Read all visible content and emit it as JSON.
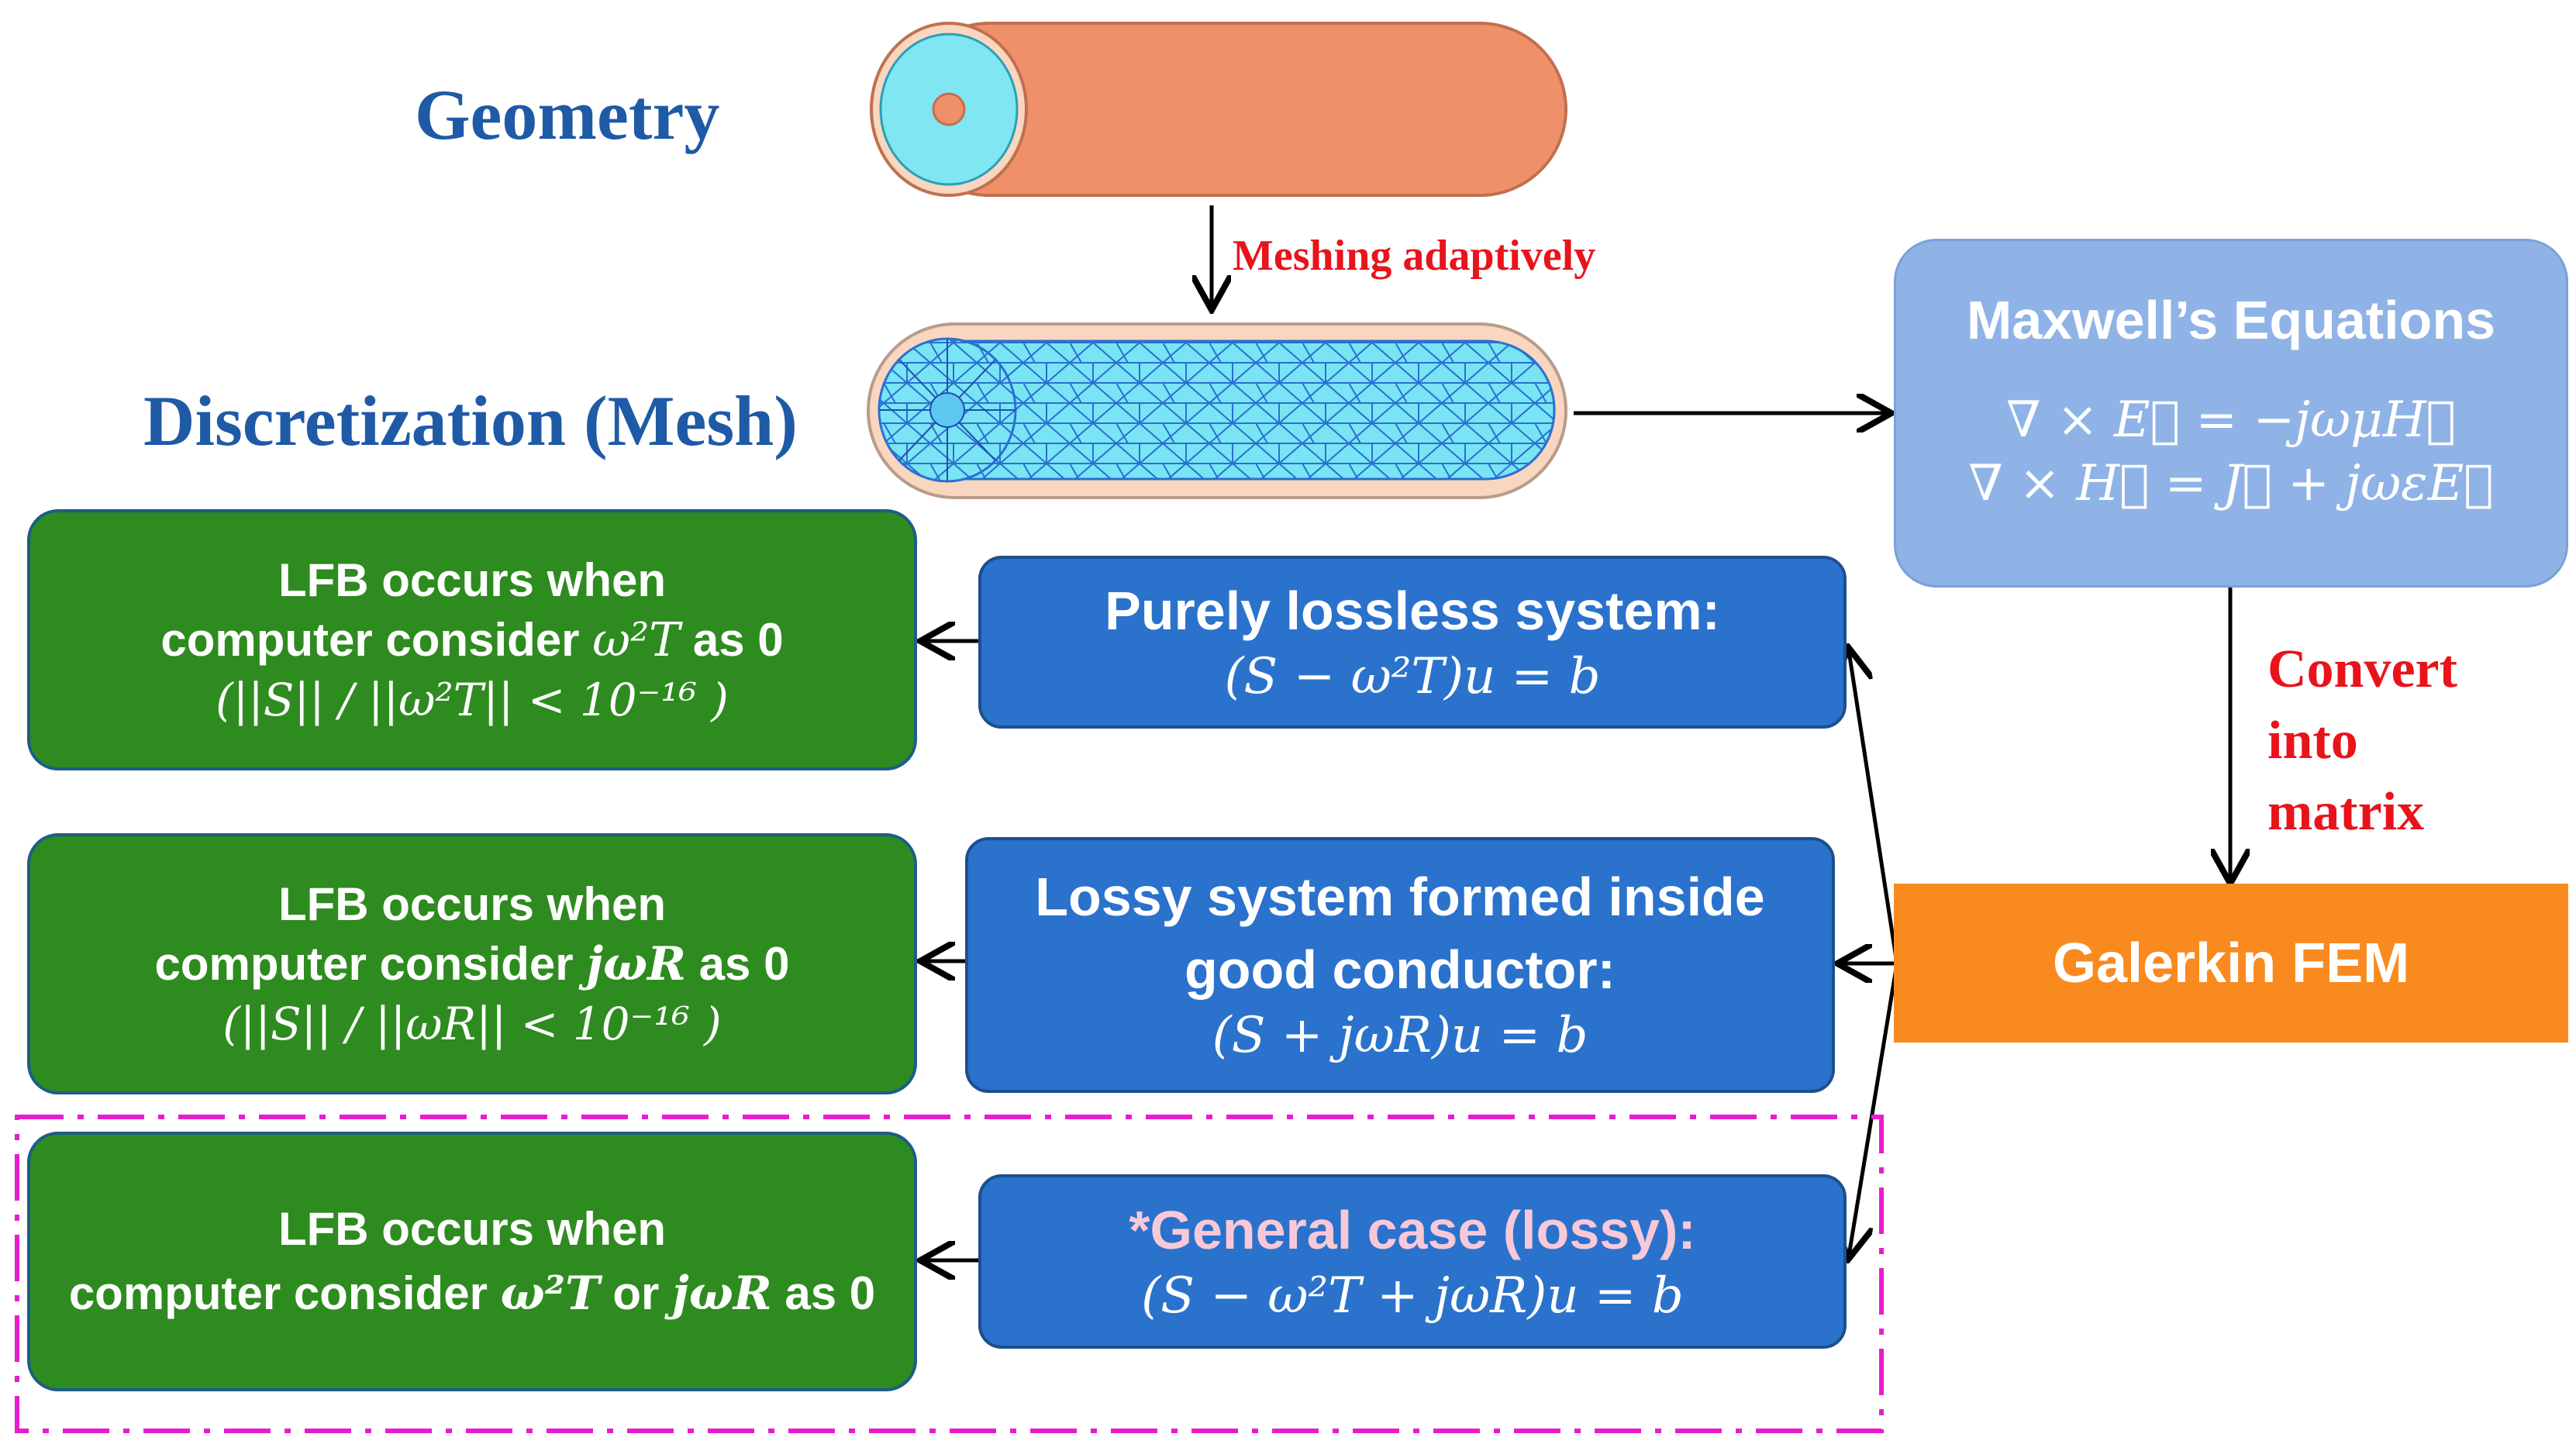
{
  "geometry_label": "Geometry",
  "meshing_label": "Meshing adaptively",
  "discretization_label": "Discretization (Mesh)",
  "maxwell": {
    "title": "Maxwell’s Equations",
    "eq1": "∇ × E⃗ = −jωμH⃗",
    "eq2": "∇ × H⃗ = J⃗ + jωεE⃗"
  },
  "convert_lines": [
    "Convert",
    "into",
    "matrix"
  ],
  "galerkin_label": "Galerkin FEM",
  "rows": [
    {
      "green_line1": "LFB  occurs when",
      "green_line2_prefix": "computer consider ",
      "green_line2_math": "ω²T",
      "green_line2_suffix": " as 0",
      "green_line3": "(||S|| / ||ω²T||  < 10⁻¹⁶ )",
      "blue_title": "Purely lossless system:",
      "blue_eq": "(S − ω²T)u = b"
    },
    {
      "green_line1": "LFB  occurs when",
      "green_line2_prefix": "computer consider ",
      "green_line2_math": "jωR",
      "green_line2_suffix": " as 0",
      "green_line3": "(||S|| / ||ωR||  < 10⁻¹⁶ )",
      "blue_title_line1": "Lossy system formed inside",
      "blue_title_line2": "good conductor:",
      "blue_eq": "(S + jωR)u = b"
    },
    {
      "green_line1": "LFB  occurs when",
      "green_line2_prefix": "computer consider ",
      "green_line2_math1": "ω²T",
      "green_line2_mid": " or ",
      "green_line2_math2": "jωR",
      "green_line2_suffix": " as 0",
      "blue_title": "*General case (lossy):",
      "blue_eq": "(S − ω²T + jωR)u = b"
    }
  ],
  "colors": {
    "heading_blue": "#1f5aa6",
    "red_label": "#e8141c",
    "green_box": "#2e8b1f",
    "blue_box": "#2a72cc",
    "maxwell_box": "#8fb3e6",
    "galerkin_box": "#f98a1f",
    "general_title": "#f9c8d8",
    "dash_magenta": "#e81ccc",
    "cylinder_orange": "#f0906a",
    "cylinder_cyan": "#7fe6f2"
  }
}
